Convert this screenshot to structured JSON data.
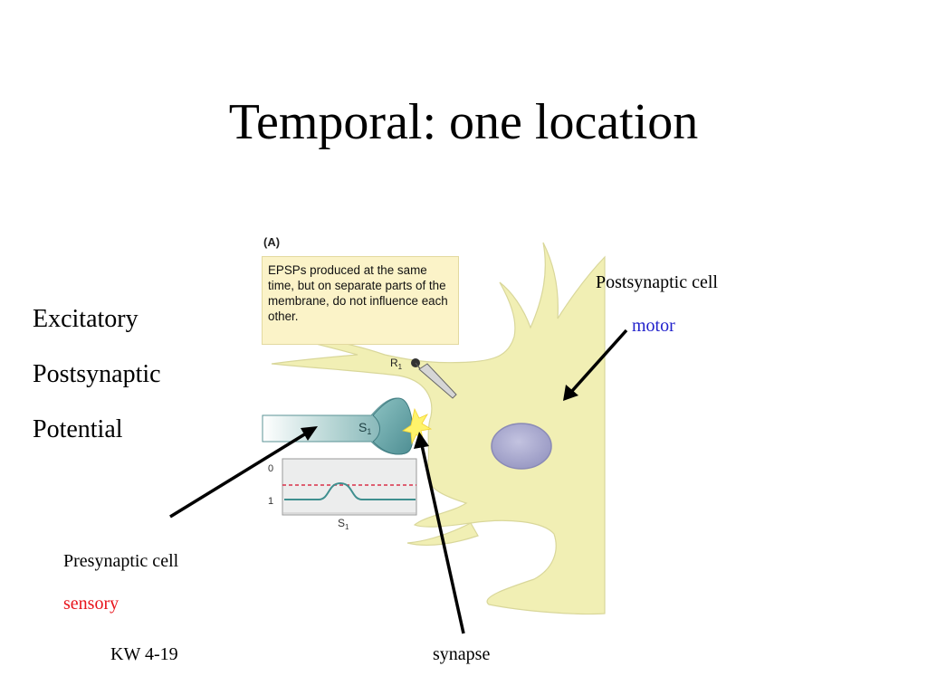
{
  "slide": {
    "title": "Temporal:  one location",
    "terms": [
      "Excitatory",
      "Postsynaptic",
      "Potential"
    ],
    "reference": "KW 4-19"
  },
  "figure": {
    "panel_letter": "(A)",
    "caption": "EPSPs produced at the same time, but on separate parts of the membrane, do not influence each other.",
    "recording_electrode": {
      "label": "R",
      "subscript": "1"
    },
    "stimulus_terminal": {
      "label": "S",
      "subscript": "1"
    },
    "trace": {
      "y_tick_top": "0",
      "y_tick_bottom": "1",
      "x_label": "S",
      "x_label_subscript": "1"
    },
    "colors": {
      "cell_body": "#f1efb4",
      "nucleus": "#a8a9cf",
      "terminal": "#6fa7aa",
      "threshold_line": "#d9304a",
      "trace_line": "#3f8f8f",
      "caption_bg": "#fbf3c8"
    }
  },
  "annotations": {
    "postsynaptic": {
      "label": "Postsynaptic cell",
      "type": "motor",
      "type_color": "#2222cc"
    },
    "presynaptic": {
      "label": "Presynaptic cell",
      "type": "sensory",
      "type_color": "#e8141c"
    },
    "synapse": {
      "label": "synapse"
    }
  }
}
